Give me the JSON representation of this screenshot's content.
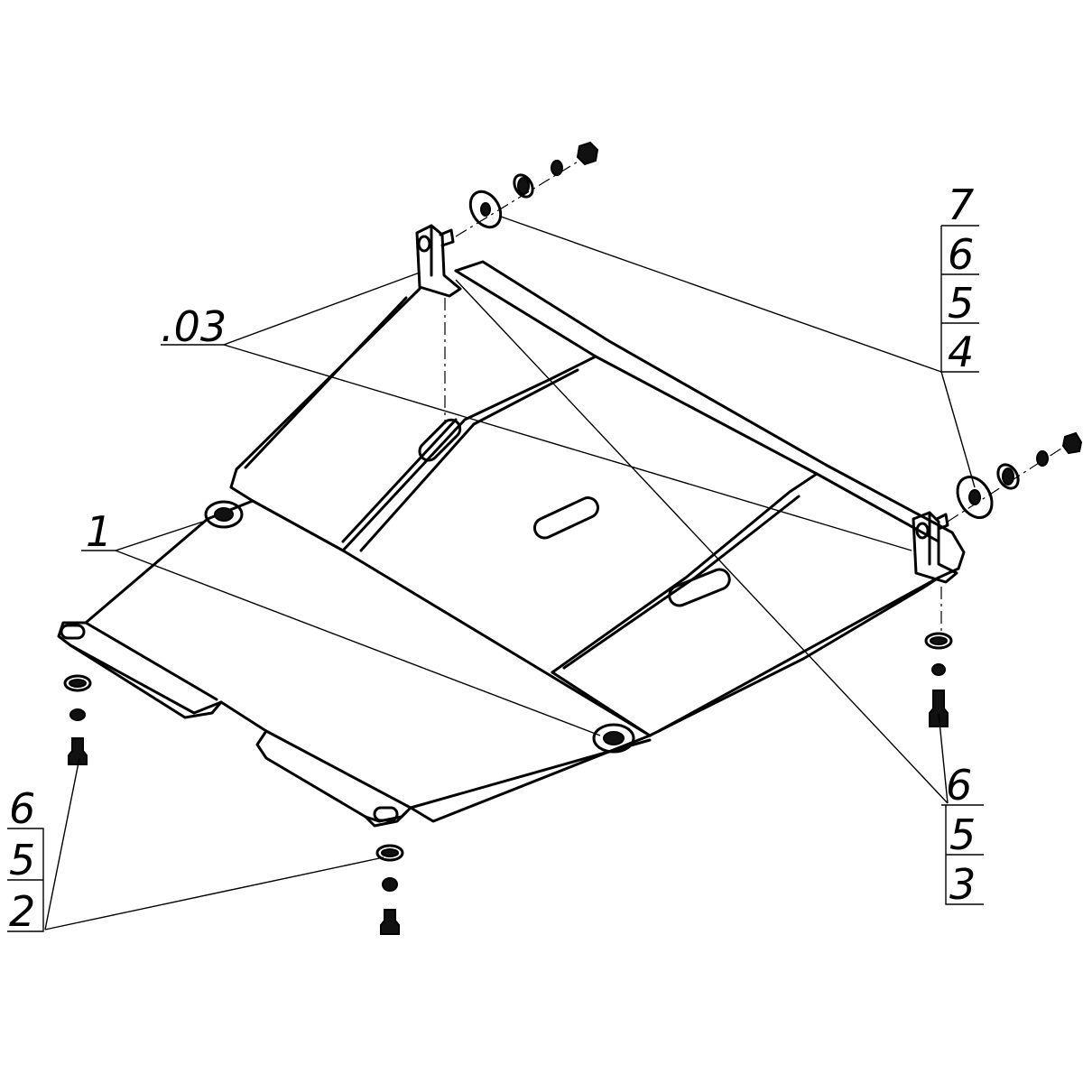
{
  "callouts": {
    "part_1": "1",
    "part_03": ".03",
    "stack_right_top": [
      "7",
      "6",
      "5",
      "4"
    ],
    "stack_right_bottom": [
      "6",
      "5",
      "3"
    ],
    "stack_left": [
      "6",
      "5",
      "2"
    ]
  },
  "colors": {
    "line": "#000000",
    "background": "#ffffff"
  }
}
